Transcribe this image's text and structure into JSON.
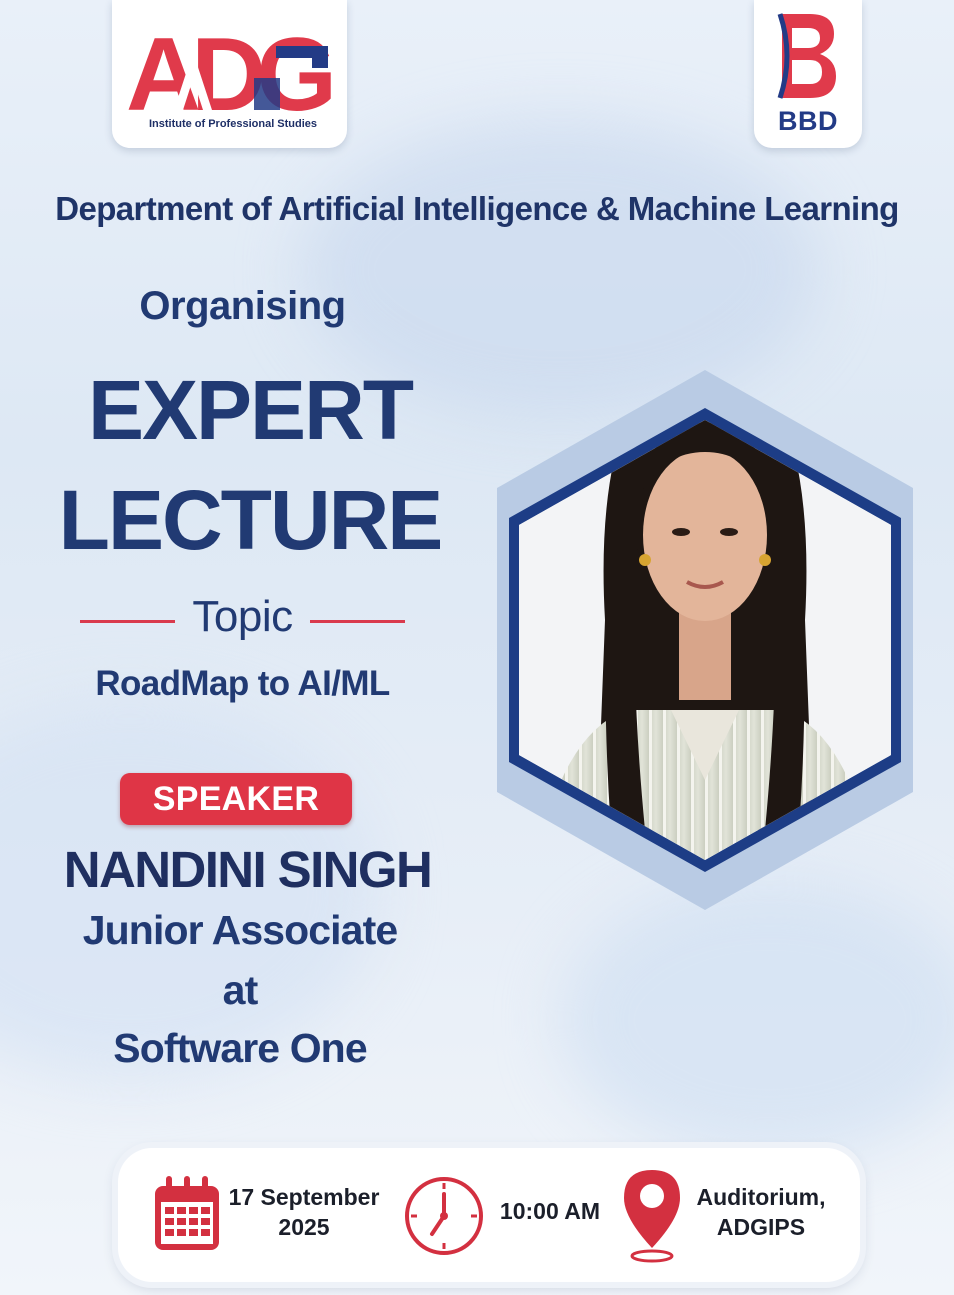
{
  "logos": {
    "left_mark": "ADG",
    "left_caption": "Institute of Professional Studies",
    "right_text": "BBD"
  },
  "department": "Department of Artificial Intelligence & Machine Learning",
  "organising": "Organising",
  "headline": {
    "line1": "EXPERT",
    "line2": "LECTURE"
  },
  "topic": {
    "label": "Topic",
    "value": "RoadMap to AI/ML"
  },
  "speaker": {
    "tag": "SPEAKER",
    "name": "NANDINI SINGH",
    "role_line1": "Junior Associate",
    "role_line2": "at",
    "role_line3": "Software One"
  },
  "event": {
    "date_line1": "17 September",
    "date_line2": "2025",
    "time": "10:00 AM",
    "venue_line1": "Auditorium,",
    "venue_line2": "ADGIPS"
  },
  "icons": [
    "calendar-icon",
    "clock-icon",
    "location-pin-icon"
  ],
  "colors": {
    "navy": "#213a73",
    "accent_red": "#df3546",
    "hex_frame": "#1d3d86"
  }
}
